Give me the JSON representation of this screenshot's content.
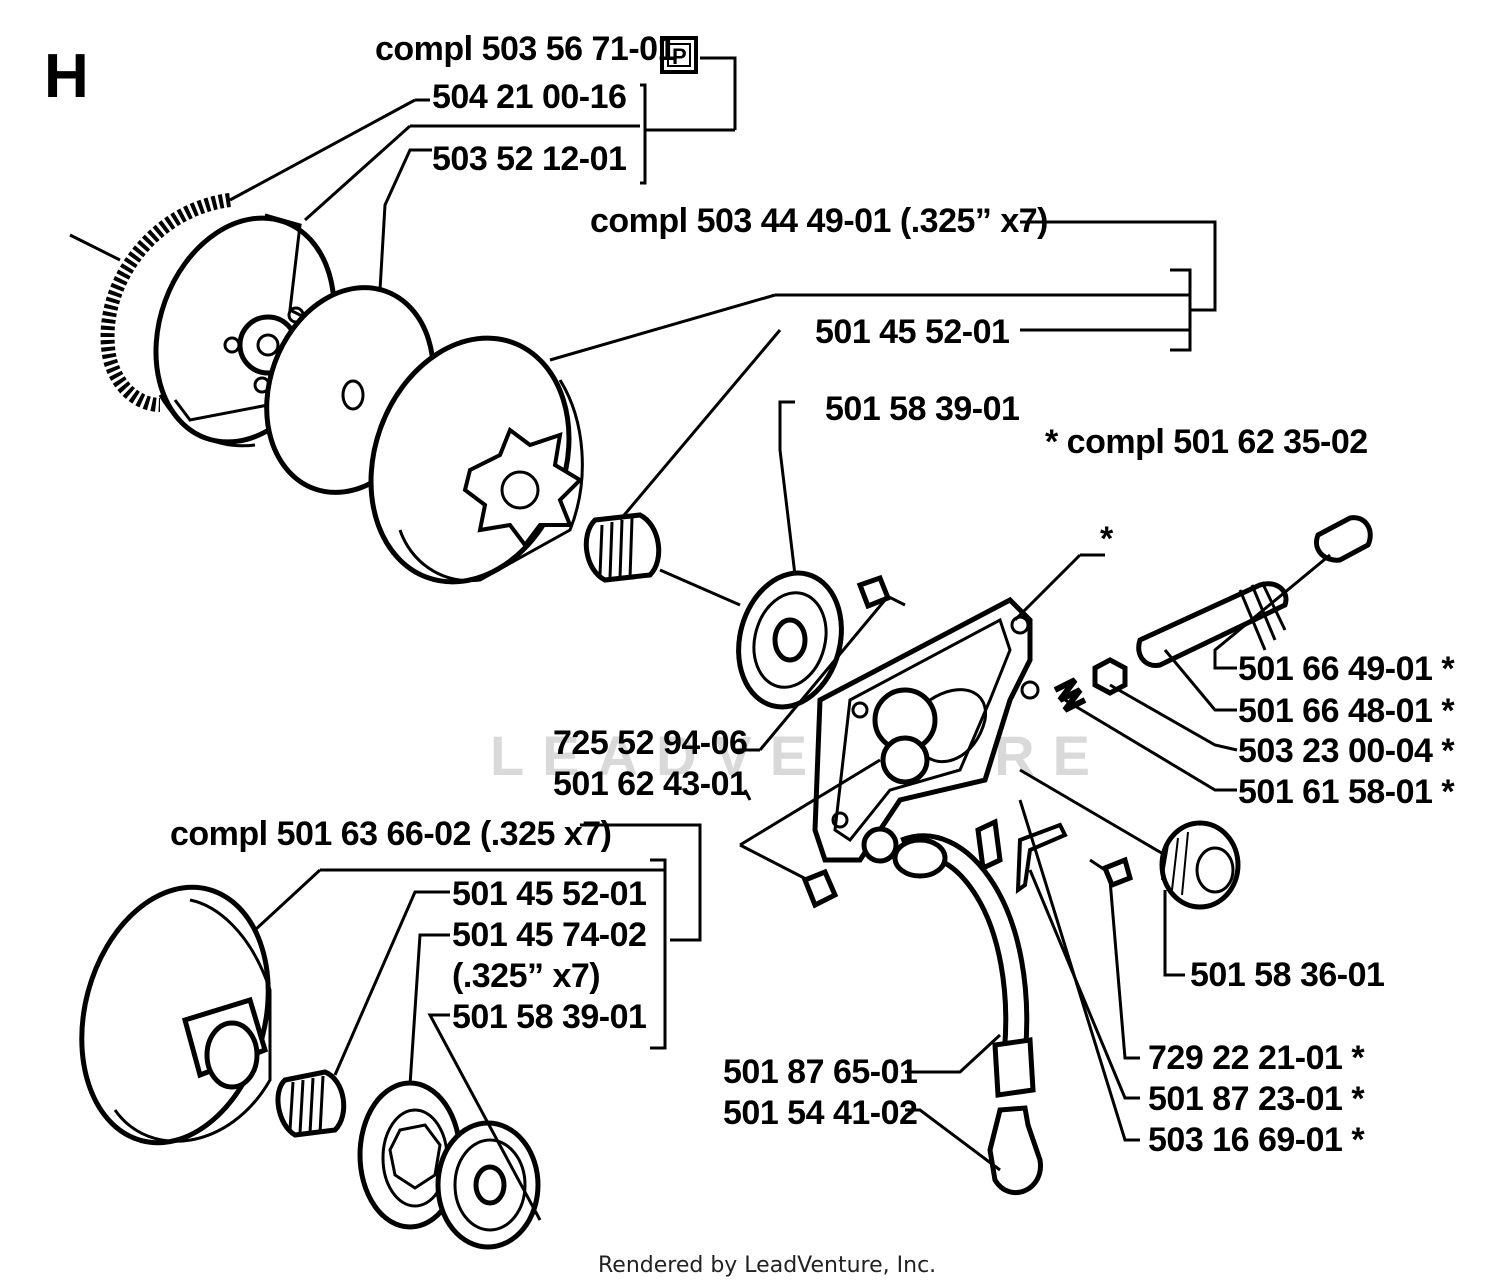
{
  "section_letter": "H",
  "footer": "Rendered by LeadVenture, Inc.",
  "watermark": "LEADVENTURE",
  "p_badge": "P",
  "labels": {
    "compl_503_56_71": "compl 503 56 71-01",
    "p504_21_00_16": "504 21 00-16",
    "p503_52_12_01": "503 52 12-01",
    "compl_503_44_49": "compl 503 44 49-01 (.325” x7)",
    "p501_45_52_01_top": "501 45 52-01",
    "p501_58_39_01_top": "501 58 39-01",
    "compl_501_62_35": "*  compl 501 62 35-02",
    "star": "*",
    "p501_66_49_01": "501 66 49-01  *",
    "p501_66_48_01": "501 66 48-01  *",
    "p503_23_00_04": "503 23 00-04  *",
    "p501_61_58_01": "501 61 58-01  *",
    "p725_52_94_06": "725 52 94-06",
    "p501_62_43_01": "501 62 43-01",
    "compl_501_63_66": "compl 501 63 66-02 (.325 x7)",
    "p501_45_52_01_bot": "501 45 52-01",
    "p501_45_74_02": "501 45 74-02",
    "p325x7": "(.325” x7)",
    "p501_58_39_01_bot": "501 58 39-01",
    "p501_58_36_01": "501 58 36-01",
    "p501_87_65_01": "501 87 65-01",
    "p501_54_41_02": "501 54 41-02",
    "p729_22_21_01": "729 22 21-01  *",
    "p501_87_23_01": "501 87 23-01  *",
    "p503_16_69_01": "503 16 69-01  *"
  }
}
